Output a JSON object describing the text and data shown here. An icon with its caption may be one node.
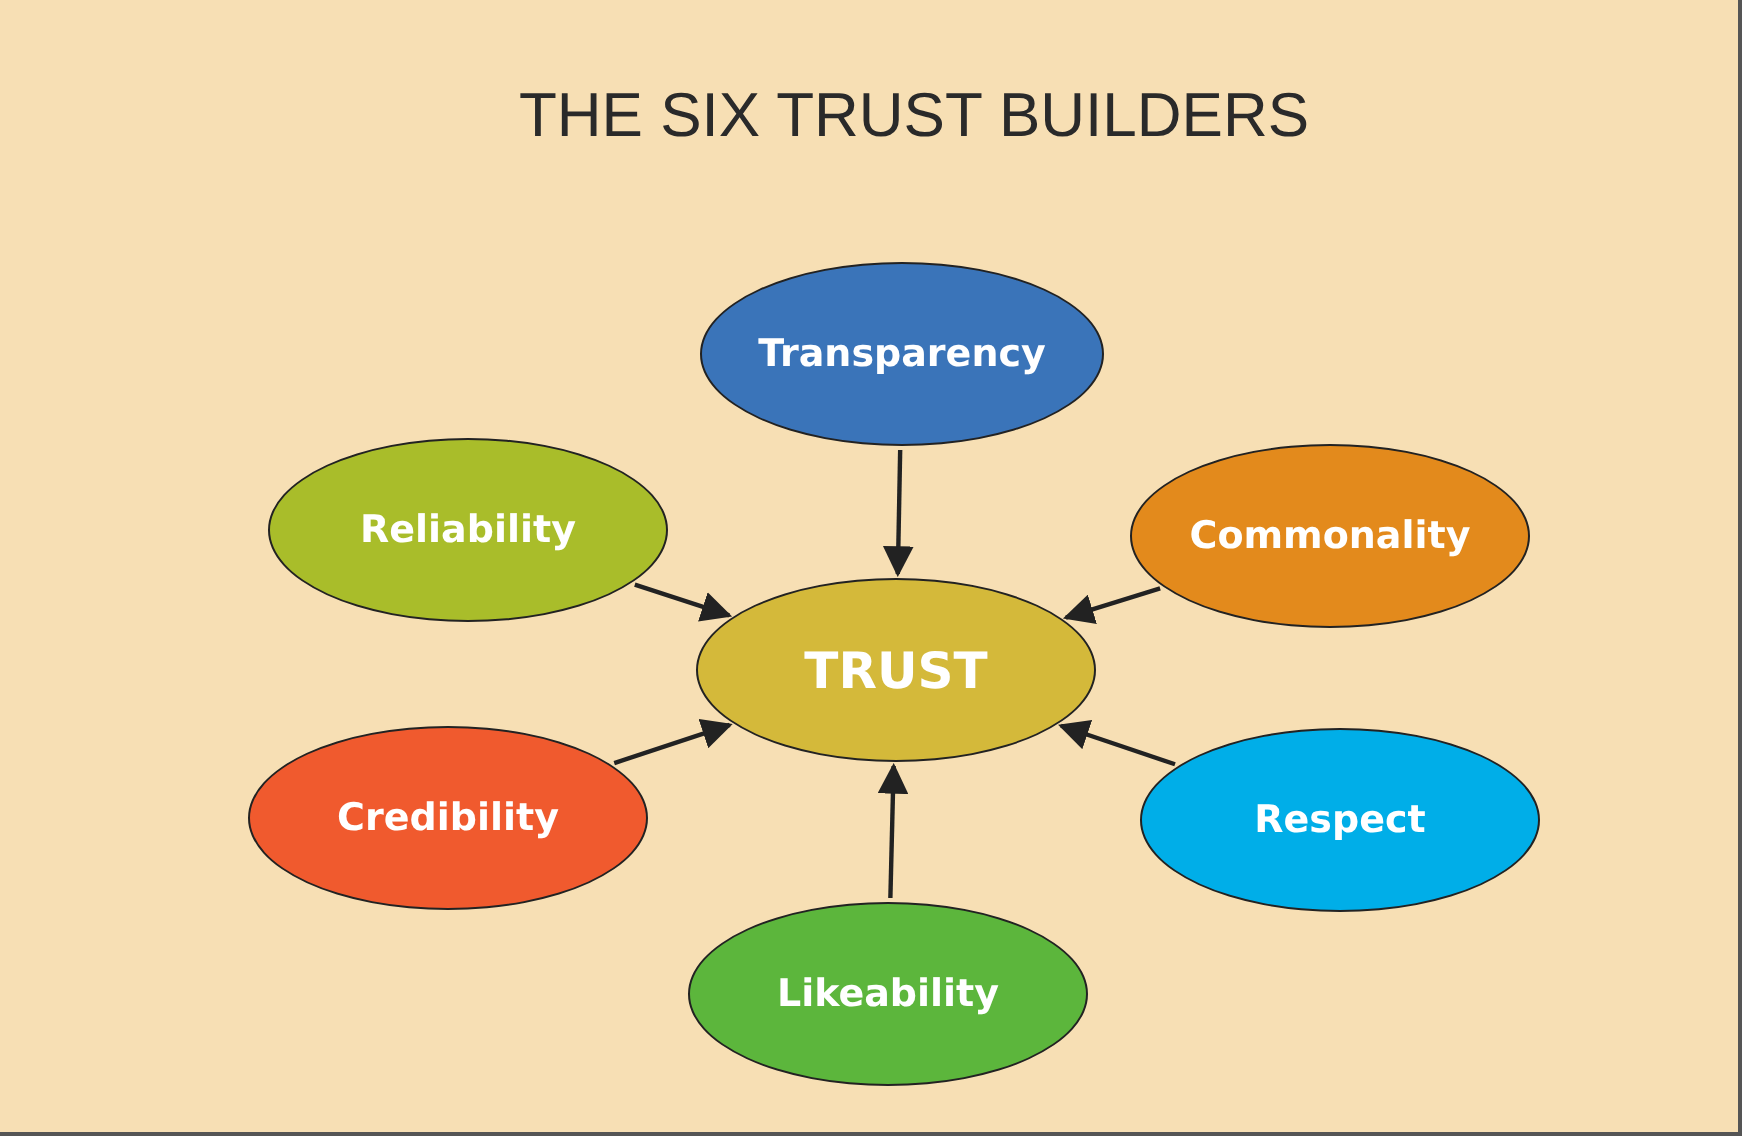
{
  "diagram": {
    "title": "THE SIX TRUST BUILDERS",
    "nodes": [
      {
        "text": [
          "Transparency"
        ]
      },
      {
        "text": [
          "Reliability"
        ]
      },
      {
        "text": [
          "Commonality"
        ]
      },
      {
        "text": [
          "TRUST"
        ]
      },
      {
        "text": [
          "Credibility"
        ]
      },
      {
        "text": [
          "Respect"
        ]
      },
      {
        "text": [
          "Likeability"
        ]
      }
    ],
    "edges": [
      {
        "from": 0,
        "to": 3,
        "arrow": "to"
      },
      {
        "from": 1,
        "to": 3,
        "arrow": "to"
      },
      {
        "from": 2,
        "to": 3,
        "arrow": "to"
      },
      {
        "from": 4,
        "to": 3,
        "arrow": "to"
      },
      {
        "from": 5,
        "to": 3,
        "arrow": "to"
      },
      {
        "from": 6,
        "to": 3,
        "arrow": "to"
      }
    ]
  }
}
